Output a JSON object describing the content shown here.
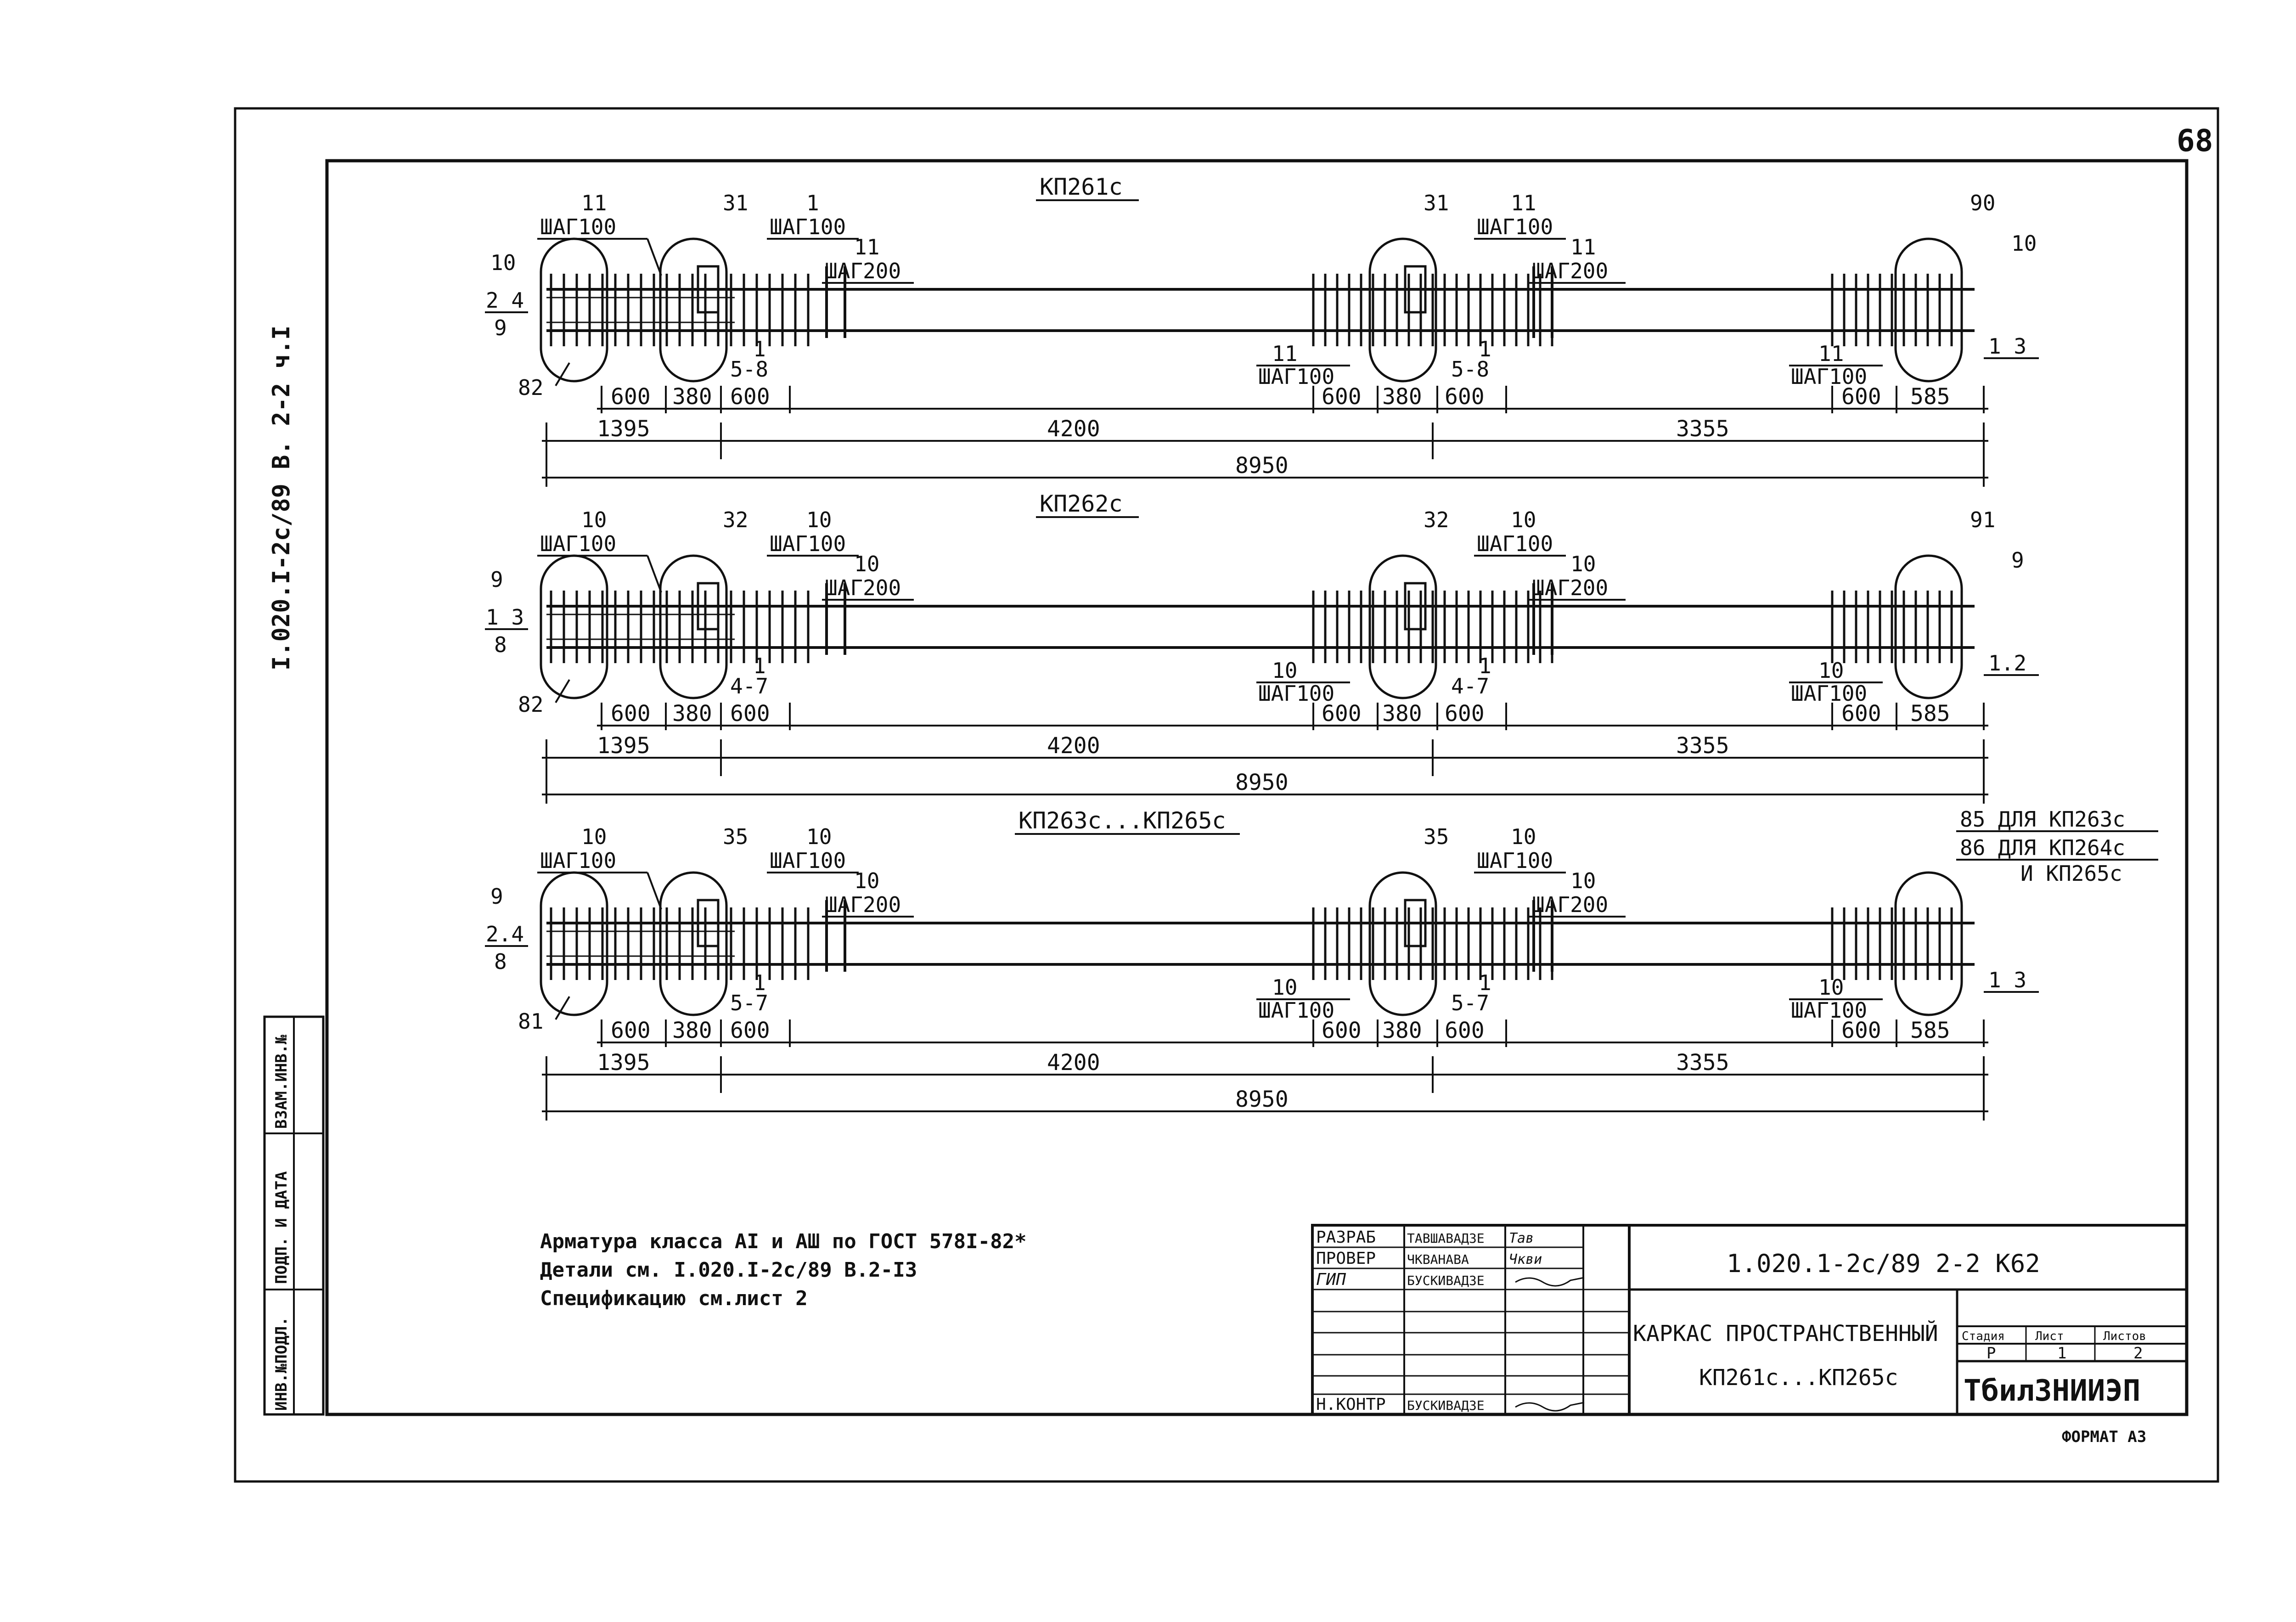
{
  "sheet": {
    "page_number": "68",
    "side_doc_ref": "I.020.I-2c/89 B. 2-2 ч.I"
  },
  "elevations": [
    {
      "title": "КП261с",
      "bar_left_label": "2 4",
      "bar_left_sub": "9",
      "left_end_top": "10",
      "left_end_bottom": "82",
      "left_spacing_num": "11",
      "left_spacing_label": "ШАГ100",
      "section_mark_left": "31",
      "section_mark_mid": "31",
      "col1_num": "1",
      "col1_label": "ШАГ100",
      "col2_num": "11",
      "col2_label": "ШАГ200",
      "col1_mid_num": "11",
      "col1_mid_label": "ШАГ100",
      "col2_mid_num": "11",
      "col2_mid_label": "ШАГ200",
      "lower_left_num": "1",
      "lower_left_label": "5-8",
      "lower_mid_num": "11",
      "lower_mid_label": "ШАГ100",
      "lower_mid2_num": "1",
      "lower_mid2_label": "5-8",
      "lower_right_num": "11",
      "lower_right_label": "ШАГ100",
      "right_end_top": "90",
      "right_end_side": "10",
      "right_end_bottom": "1 3",
      "dims_row1": [
        "600",
        "380",
        "600",
        "600",
        "380",
        "600",
        "600",
        "585"
      ],
      "dims_row2": [
        "1395",
        "4200",
        "3355"
      ],
      "dim_total": "8950"
    },
    {
      "title": "КП262с",
      "bar_left_label": "1 3",
      "bar_left_sub": "8",
      "left_end_top": "9",
      "left_end_bottom": "82",
      "left_spacing_num": "10",
      "left_spacing_label": "ШАГ100",
      "section_mark_left": "32",
      "section_mark_mid": "32",
      "col1_num": "10",
      "col1_label": "ШАГ100",
      "col2_num": "10",
      "col2_label": "ШАГ200",
      "col1_mid_num": "10",
      "col1_mid_label": "ШАГ100",
      "col2_mid_num": "10",
      "col2_mid_label": "ШАГ200",
      "lower_left_num": "1",
      "lower_left_label": "4-7",
      "lower_mid_num": "10",
      "lower_mid_label": "ШАГ100",
      "lower_mid2_num": "1",
      "lower_mid2_label": "4-7",
      "lower_right_num": "10",
      "lower_right_label": "ШАГ100",
      "right_end_top": "91",
      "right_end_side": "9",
      "right_end_bottom": "1.2",
      "dims_row1": [
        "600",
        "380",
        "600",
        "600",
        "380",
        "600",
        "600",
        "585"
      ],
      "dims_row2": [
        "1395",
        "4200",
        "3355"
      ],
      "dim_total": "8950"
    },
    {
      "title": "КП263с...КП265с",
      "bar_left_label": "2.4",
      "bar_left_sub": "8",
      "left_end_top": "9",
      "left_end_bottom": "81",
      "left_spacing_num": "10",
      "left_spacing_label": "ШАГ100",
      "section_mark_left": "35",
      "section_mark_mid": "35",
      "col1_num": "10",
      "col1_label": "ШАГ100",
      "col2_num": "10",
      "col2_label": "ШАГ200",
      "col1_mid_num": "10",
      "col1_mid_label": "ШАГ100",
      "col2_mid_num": "10",
      "col2_mid_label": "ШАГ200",
      "lower_left_num": "1",
      "lower_left_label": "5-7",
      "lower_mid_num": "10",
      "lower_mid_label": "ШАГ100",
      "lower_mid2_num": "1",
      "lower_mid2_label": "5-7",
      "lower_right_num": "10",
      "lower_right_label": "ШАГ100",
      "right_end_top": "",
      "right_end_side": "",
      "right_end_bottom": "1 3",
      "dims_row1": [
        "600",
        "380",
        "600",
        "600",
        "380",
        "600",
        "600",
        "585"
      ],
      "dims_row2": [
        "1395",
        "4200",
        "3355"
      ],
      "dim_total": "8950"
    }
  ],
  "right_notes_third": [
    "85 ДЛЯ КП263с",
    "86 ДЛЯ КП264с",
    "И КП265с"
  ],
  "notes": [
    "Арматура класса AI и AШ по ГОСТ 578I-82*",
    "Детали см. I.020.I-2с/89 В.2-I3",
    "Спецификацию см.лист 2"
  ],
  "side_stamp": [
    "ИНВ.№ПОДЛ.",
    "ПОДП. И ДАТА",
    "ВЗАМ.ИНВ.№"
  ],
  "title_block": {
    "roles": [
      {
        "role": "РАЗРАБ",
        "name": "ТАВШАВАДЗЕ",
        "sign": "Тав"
      },
      {
        "role": "ПРОВЕР",
        "name": "ЧКВАНАВА",
        "sign": "Чкви"
      },
      {
        "role": "ГИП",
        "name": "БУСКИВАДЗЕ",
        "sign": ""
      },
      {
        "role": "Н.КОНТР",
        "name": "БУСКИВАДЗЕ",
        "sign": ""
      }
    ],
    "doc_code": "1.020.1-2с/89 2-2 К62",
    "title_line1": "КАРКАС ПРОСТРАНСТВЕННЫЙ",
    "title_line2": "КП261с...КП265с",
    "stage_label": "Стадия",
    "sheet_label": "Лист",
    "sheets_label": "Листов",
    "stage": "Р",
    "sheet": "1",
    "sheets": "2",
    "org": "ТбилЗНИИЭП",
    "format": "ФОРМАТ А3"
  }
}
